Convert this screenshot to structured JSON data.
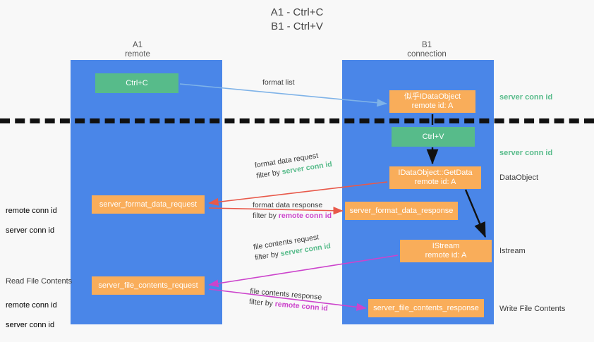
{
  "title": "A1 - Ctrl+C\nB1 - Ctrl+V",
  "columns": {
    "a1": "A1\nremote",
    "b1": "B1\nconnection"
  },
  "nodes": {
    "ctrl_c": "Ctrl+C",
    "idataobject": "似乎IDataObject\nremote id: A",
    "ctrl_v": "Ctrl+V",
    "getdata": "IDataObject::GetData\nremote id: A",
    "format_data_request": "server_format_data_request",
    "format_data_response": "server_format_data_response",
    "istream": "IStream\nremote id: A",
    "file_contents_request": "server_file_contents_request",
    "file_contents_response": "server_file_contents_response"
  },
  "edges": {
    "format_list": "format list",
    "fd_request_line1": "format data request",
    "fd_request_filter_prefix": "filter by ",
    "fd_request_filter_value": "server conn id",
    "fd_response_line1": "format data response",
    "fd_response_filter_prefix": "filter by ",
    "fd_response_filter_value": "remote conn id",
    "fc_request_line1": "file contents request",
    "fc_request_filter_prefix": "filter by ",
    "fc_request_filter_value": "server conn id",
    "fc_response_line1": "file contents response",
    "fc_response_filter_prefix": "filter by ",
    "fc_response_filter_value": "remote conn id"
  },
  "side_labels": {
    "server_conn_id_top": "server conn id",
    "server_conn_id_mid": "server conn id",
    "dataobject": "DataObject",
    "istream": "Istream",
    "write_file_contents": "Write File Contents",
    "read_file_contents": "Read File Contents",
    "remote_conn_id": "remote conn id",
    "server_conn_id": "server conn id"
  },
  "colors": {
    "lane": "#4a86e8",
    "node_green": "#57bb8a",
    "node_orange": "#f9ad5a",
    "server_conn_id": "#57bb8a",
    "remote_conn_id": "#cc44cc",
    "arrow_blue": "#7fb3e8",
    "arrow_red": "#e8594a",
    "arrow_magenta": "#cc44cc",
    "arrow_black": "#111111",
    "background": "#f8f8f8"
  }
}
